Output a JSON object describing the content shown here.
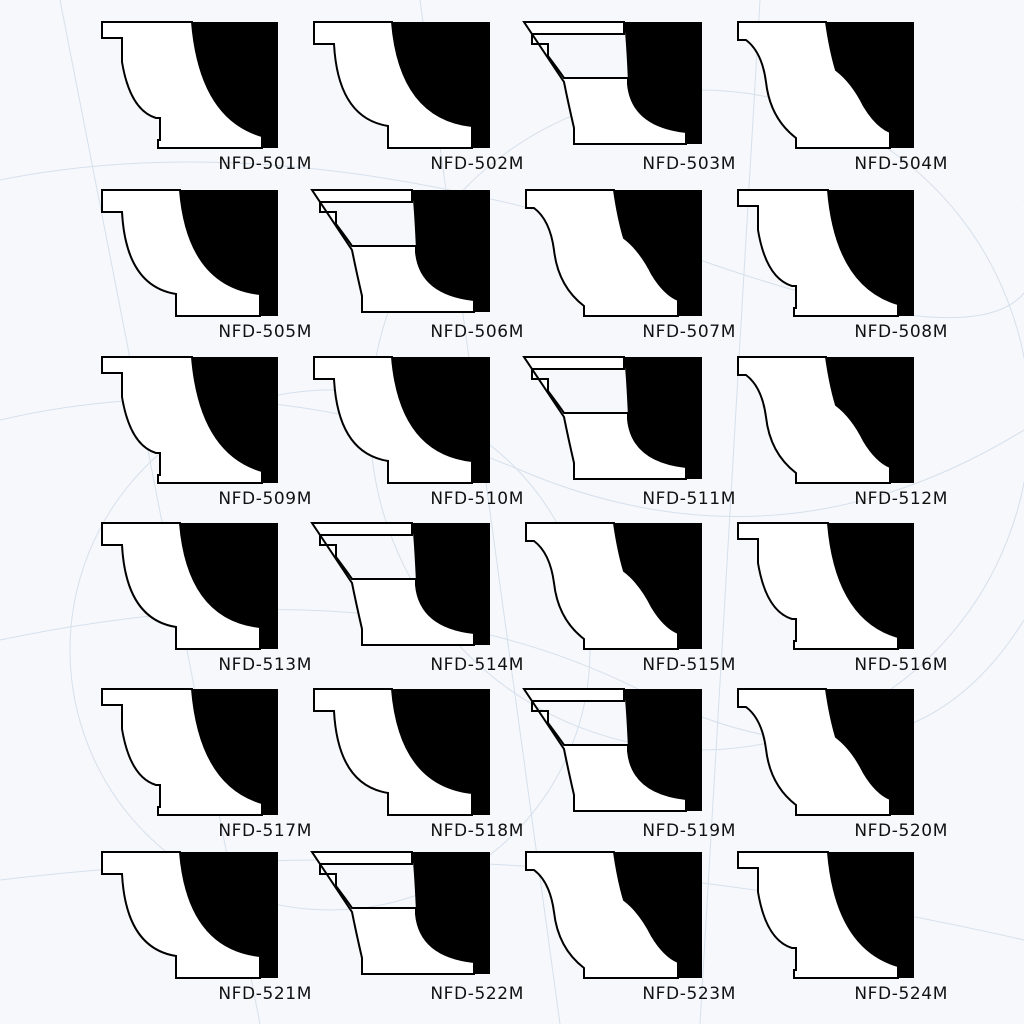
{
  "catalog": {
    "items": [
      {
        "code": "NFD-501M",
        "icon": "cornice-profile-icon"
      },
      {
        "code": "NFD-502M",
        "icon": "cornice-profile-icon"
      },
      {
        "code": "NFD-503M",
        "icon": "cornice-profile-icon"
      },
      {
        "code": "NFD-504M",
        "icon": "cornice-profile-icon"
      },
      {
        "code": "NFD-505M",
        "icon": "cornice-profile-icon"
      },
      {
        "code": "NFD-506M",
        "icon": "cornice-profile-icon"
      },
      {
        "code": "NFD-507M",
        "icon": "cornice-profile-icon"
      },
      {
        "code": "NFD-508M",
        "icon": "cornice-profile-icon"
      },
      {
        "code": "NFD-509M",
        "icon": "cornice-profile-icon"
      },
      {
        "code": "NFD-510M",
        "icon": "cornice-profile-icon"
      },
      {
        "code": "NFD-511M",
        "icon": "cornice-profile-icon"
      },
      {
        "code": "NFD-512M",
        "icon": "cornice-profile-icon"
      },
      {
        "code": "NFD-513M",
        "icon": "cornice-profile-icon"
      },
      {
        "code": "NFD-514M",
        "icon": "cornice-profile-icon"
      },
      {
        "code": "NFD-515M",
        "icon": "cornice-profile-icon"
      },
      {
        "code": "NFD-516M",
        "icon": "cornice-profile-icon"
      },
      {
        "code": "NFD-517M",
        "icon": "cornice-profile-icon"
      },
      {
        "code": "NFD-518M",
        "icon": "cornice-profile-icon"
      },
      {
        "code": "NFD-519M",
        "icon": "cornice-profile-icon"
      },
      {
        "code": "NFD-520M",
        "icon": "cornice-profile-icon"
      },
      {
        "code": "NFD-521M",
        "icon": "cornice-profile-icon"
      },
      {
        "code": "NFD-522M",
        "icon": "cornice-profile-icon"
      },
      {
        "code": "NFD-523M",
        "icon": "cornice-profile-icon"
      },
      {
        "code": "NFD-524M",
        "icon": "cornice-profile-icon"
      }
    ]
  },
  "colors": {
    "profile_fill": "#000000",
    "outline": "#000000",
    "molding": "#ffffff",
    "background": "#f6f8fb",
    "sketch": "#c9d6e6"
  }
}
